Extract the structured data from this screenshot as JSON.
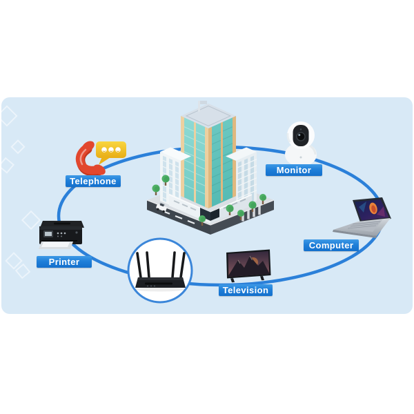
{
  "diagram": {
    "description": "Wi-Fi router home connectivity diagram",
    "hub": {
      "id": "router",
      "icon": "wifi-router-icon"
    },
    "center": {
      "id": "building",
      "icon": "office-building-icon"
    },
    "devices": [
      {
        "id": "telephone",
        "label": "Telephone",
        "icon": "telephone-icon"
      },
      {
        "id": "monitor",
        "label": "Monitor",
        "icon": "security-camera-icon"
      },
      {
        "id": "computer",
        "label": "Computer",
        "icon": "laptop-icon"
      },
      {
        "id": "television",
        "label": "Television",
        "icon": "tv-icon"
      },
      {
        "id": "printer",
        "label": "Printer",
        "icon": "printer-icon"
      }
    ]
  },
  "colors": {
    "page_background": "#ffffff",
    "panel_background": "#d8e9f6",
    "connection_line": "#2b80d9",
    "hub_ring": "#3b86d9",
    "label_background_top": "#3f9ae6",
    "label_background_bottom": "#1470cc",
    "label_text": "#ffffff",
    "telephone_red": "#e2472e",
    "chat_bubble_yellow": "#f3c71f",
    "building_glass_teal": "#7fd1cb",
    "building_frame_cream": "#ecd0a0"
  }
}
